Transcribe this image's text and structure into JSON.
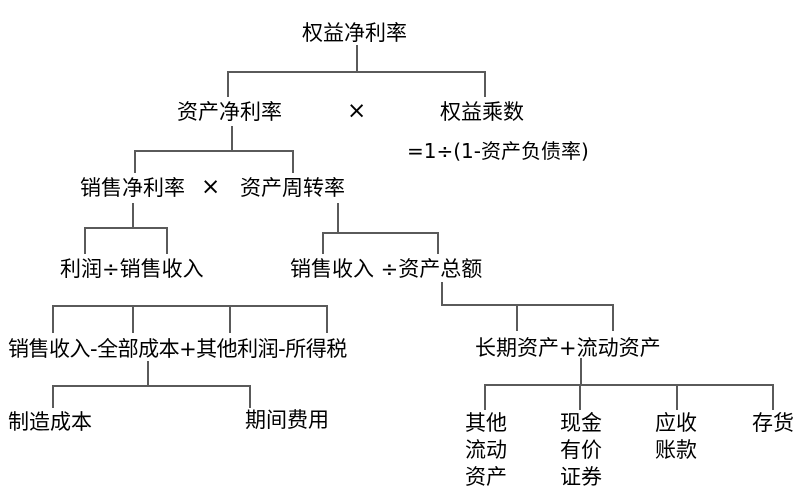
{
  "diagram": {
    "type": "tree",
    "subject": "DuPont analysis decomposition of return on equity",
    "nodes": {
      "roe": "权益净利率",
      "roa": "资产净利率",
      "times1": "×",
      "equity_multiplier": "权益乘数",
      "equity_multiplier_formula": "=1÷(1-资产负债率)",
      "net_profit_margin": "销售净利率",
      "times2": "×",
      "asset_turnover": "资产周转率",
      "profit_div_sales": "利润÷销售收入",
      "sales_div_assets": "销售收入 ÷资产总额",
      "profit_expression": "销售收入-全部成本+其他利润-所得税",
      "assets_expression": "长期资产+流动资产",
      "manufacturing_cost": "制造成本",
      "period_expense": "期间费用",
      "other_current_assets": "其他\n流动\n资产",
      "cash_marketable_securities": "现金\n有价\n证券",
      "accounts_receivable": "应收\n账款",
      "inventory": "存货"
    },
    "colors": {
      "background": "#ffffff",
      "text": "#000000",
      "line": "#5a5a5a"
    }
  }
}
